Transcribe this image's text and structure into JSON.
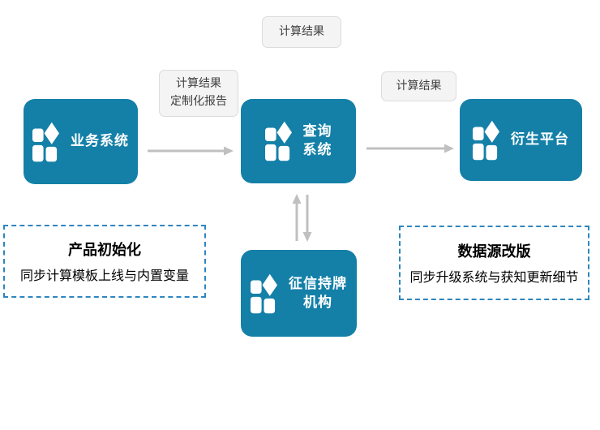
{
  "diagram": {
    "background": "#ffffff",
    "colors": {
      "node_fill": "#1480A8",
      "node_text": "#ffffff",
      "arrow": "#C0C0C0",
      "label_bg": "#F4F4F4",
      "label_border": "#DCDCDC",
      "label_text": "#3F3F3F",
      "note_border": "#2E86C0",
      "note_text": "#000000"
    },
    "nodes": [
      {
        "id": "business-system",
        "lines": [
          "业务系统"
        ]
      },
      {
        "id": "query-system",
        "lines": [
          "查询",
          "系统"
        ]
      },
      {
        "id": "derivative-platform",
        "lines": [
          "衍生平台"
        ]
      },
      {
        "id": "credit-licensed-institution",
        "lines": [
          "征信持牌",
          "机构"
        ]
      }
    ],
    "arrow_labels": {
      "top": "计算结果",
      "business_to_query": [
        "计算结果",
        "定制化报告"
      ],
      "query_to_derivative": "计算结果"
    },
    "notes": [
      {
        "id": "product-initialization",
        "title": "产品初始化",
        "subtitle": "同步计算模板上线与内置变量"
      },
      {
        "id": "datasource-revision",
        "title": "数据源改版",
        "subtitle": "同步升级系统与获知更新细节"
      }
    ]
  }
}
